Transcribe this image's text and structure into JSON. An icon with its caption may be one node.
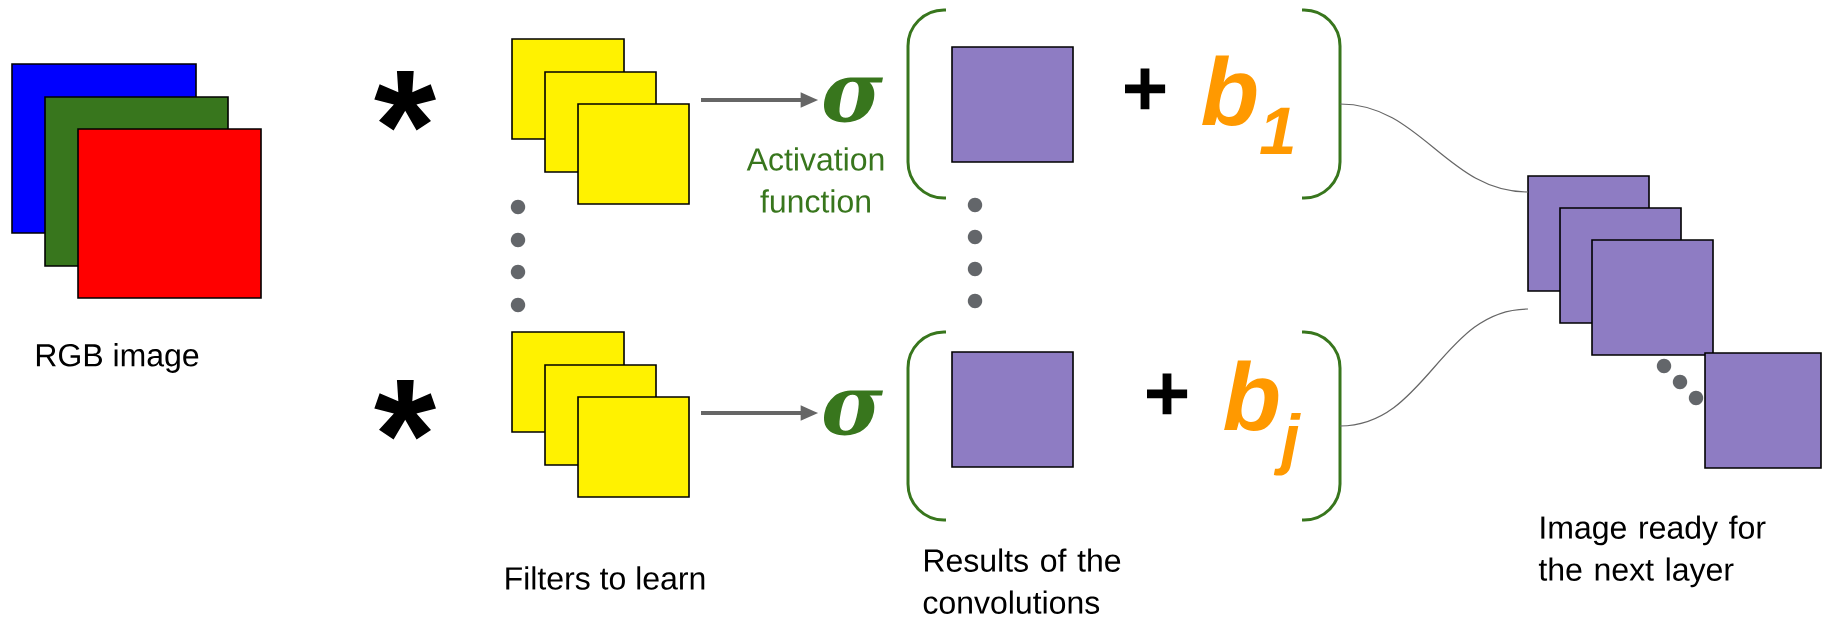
{
  "diagram": {
    "nodes": [
      {
        "text": [],
        "shape": "box",
        "beside": [
          "RGB image"
        ]
      },
      {
        "text": [],
        "shape": "box"
      },
      {
        "text": [],
        "shape": "box"
      },
      {
        "text": [
          "σ"
        ],
        "beside": [
          "Activation function"
        ]
      },
      {
        "text": [
          "σ"
        ]
      },
      {
        "text": [
          "+",
          "b$_{1}$"
        ]
      },
      {
        "text": [],
        "shape": "box",
        "in": 5
      },
      {
        "text": [
          "+",
          "b$_{j}$"
        ]
      },
      {
        "text": [],
        "shape": "box",
        "in": 7
      },
      {
        "text": [],
        "shape": "box",
        "beside": [
          "Image ready for the next layer"
        ]
      }
    ],
    "edges": [
      {
        "from": 1,
        "to": 3,
        "arrow": "to",
        "style": "thick"
      },
      {
        "from": 2,
        "to": 4,
        "arrow": "to",
        "style": "thick"
      },
      {
        "from": 5,
        "to": 9,
        "arrow": "none"
      },
      {
        "from": 7,
        "to": 9,
        "arrow": "none"
      }
    ],
    "labels": [
      "*",
      "*",
      "Filters to learn",
      "Results of the convolutions"
    ]
  }
}
